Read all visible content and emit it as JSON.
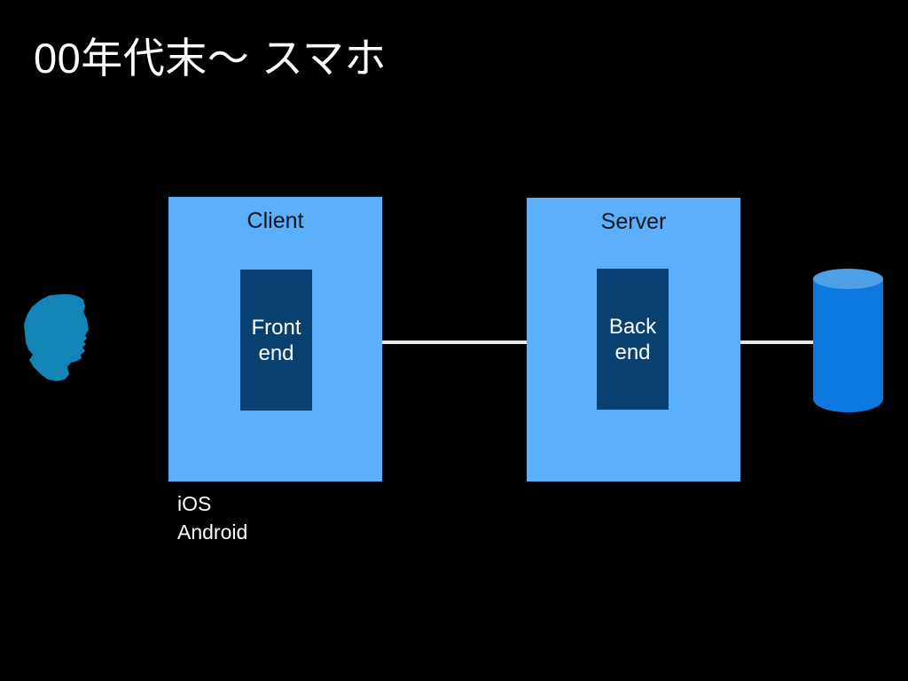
{
  "slide": {
    "title": "00年代末〜 スマホ",
    "background_color": "#000000",
    "title_color": "#ffffff"
  },
  "colors": {
    "zone_fill": "#5CAFFA",
    "inner_box_fill": "#08406F",
    "connector": "#e8e8e8",
    "database_body": "#0D78E0",
    "database_top": "#4D9FE8",
    "person": "#1284B5"
  },
  "diagram": {
    "zones": [
      {
        "id": "client",
        "label": "Client",
        "inner": {
          "id": "frontend",
          "label": "Front\nend"
        }
      },
      {
        "id": "server",
        "label": "Server",
        "inner": {
          "id": "backend",
          "label": "Back\nend"
        }
      }
    ],
    "connectors": [
      {
        "id": "client-server",
        "from": "client",
        "to": "server"
      },
      {
        "id": "server-db",
        "from": "server",
        "to": "database"
      }
    ],
    "database": {
      "id": "database",
      "label": ""
    },
    "person": {
      "id": "user",
      "label": ""
    },
    "platforms": [
      "iOS",
      "Android"
    ]
  }
}
